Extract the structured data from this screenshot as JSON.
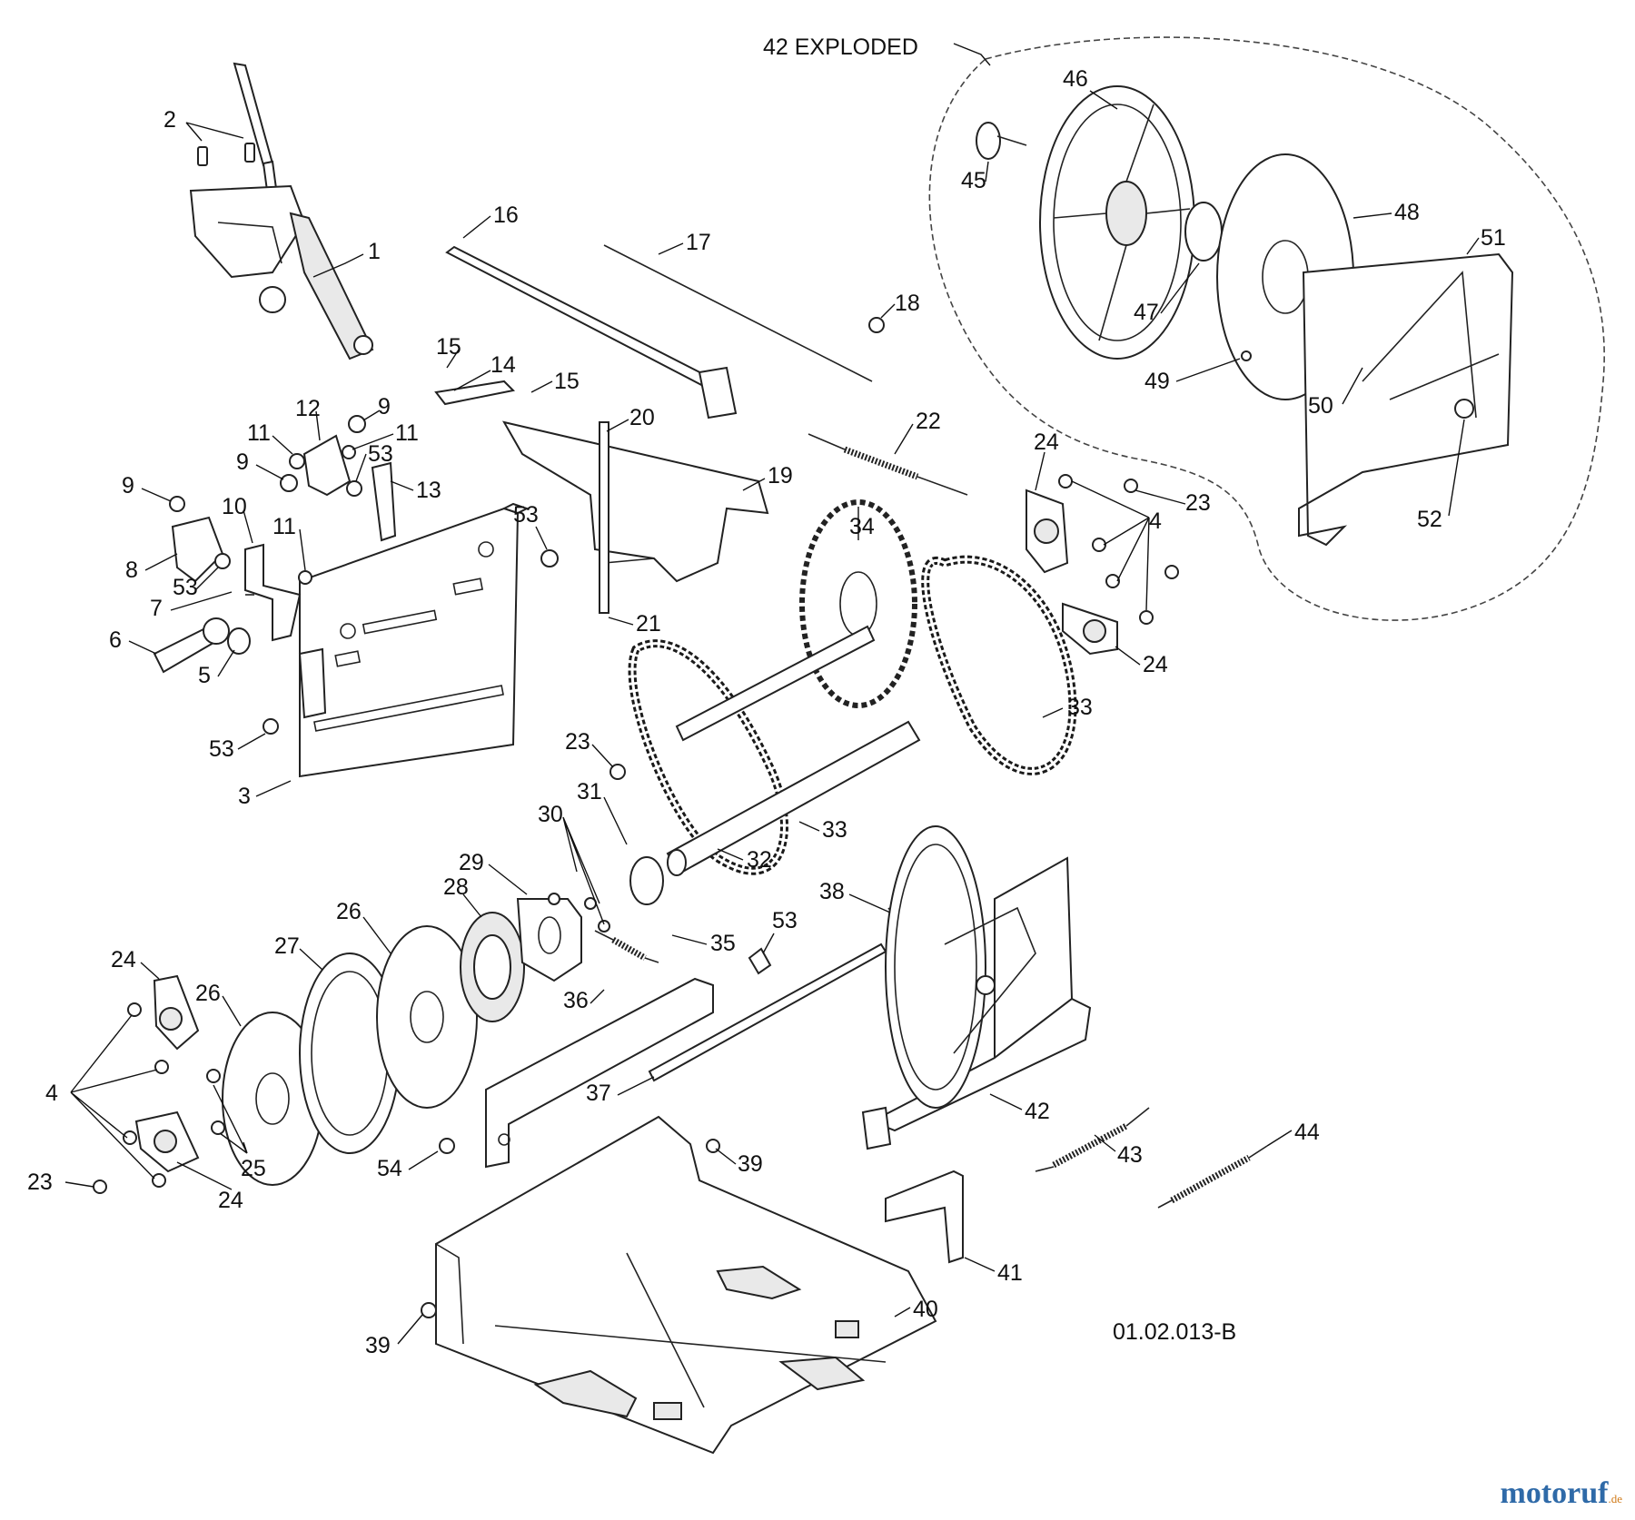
{
  "diagram": {
    "group_label": "42 EXPLODED",
    "drawing_id": "01.02.013-B",
    "callouts": [
      "1",
      "2",
      "3",
      "4",
      "4",
      "5",
      "6",
      "7",
      "8",
      "9",
      "9",
      "9",
      "10",
      "11",
      "11",
      "11",
      "12",
      "13",
      "14",
      "15",
      "15",
      "16",
      "17",
      "18",
      "19",
      "20",
      "21",
      "22",
      "23",
      "23",
      "23",
      "24",
      "24",
      "24",
      "24",
      "25",
      "26",
      "26",
      "27",
      "28",
      "29",
      "30",
      "31",
      "32",
      "33",
      "33",
      "34",
      "35",
      "36",
      "37",
      "38",
      "39",
      "39",
      "40",
      "41",
      "42",
      "43",
      "44",
      "45",
      "46",
      "47",
      "48",
      "49",
      "50",
      "51",
      "52",
      "53",
      "53",
      "53",
      "53",
      "53",
      "54"
    ]
  },
  "watermark": {
    "brand": "motoruf",
    "suffix": ".de"
  }
}
